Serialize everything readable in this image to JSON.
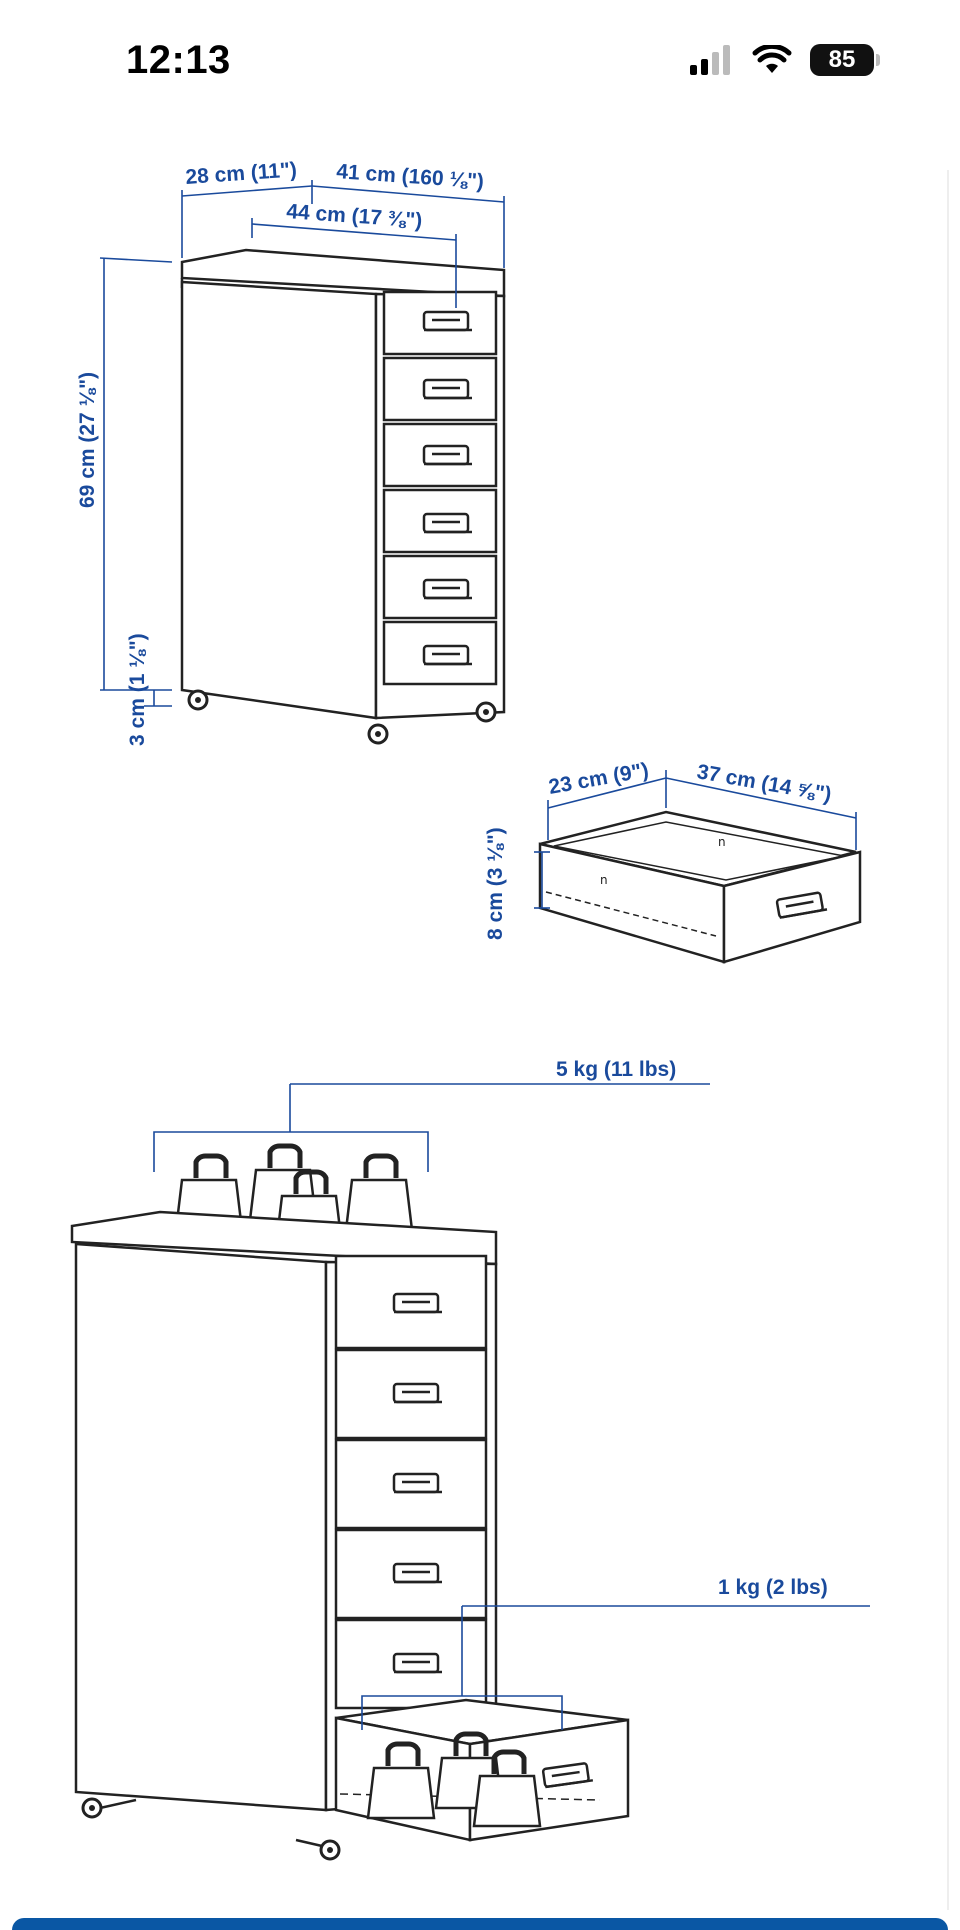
{
  "status_bar": {
    "time": "12:13",
    "battery": "85"
  },
  "dimensions": {
    "depth": "28 cm (11\")",
    "width": "41 cm (160 ⅛\")",
    "inner_width": "44 cm (17 ⅜\")",
    "height": "69 cm (27 ⅛\")",
    "caster_height": "3 cm (1 ⅛\")",
    "drawer_depth": "23 cm (9\")",
    "drawer_width": "37 cm (14 ⅝\")",
    "drawer_height": "8 cm (3 ⅛\")"
  },
  "loads": {
    "top_load": "5 kg (11 lbs)",
    "drawer_load": "1 kg (2 lbs)"
  },
  "colors": {
    "dimension_blue": "#1a4a9c",
    "bottom_bar": "#0a57a4"
  }
}
